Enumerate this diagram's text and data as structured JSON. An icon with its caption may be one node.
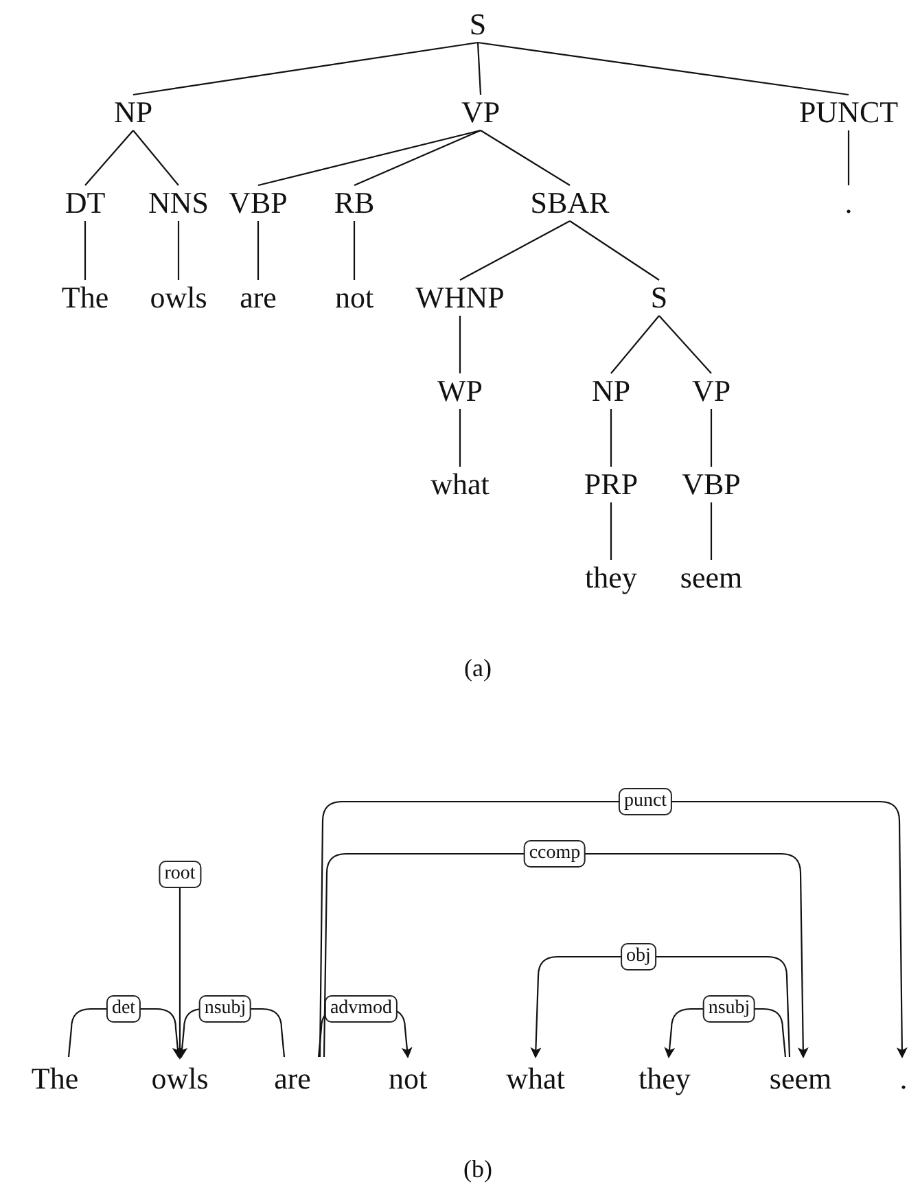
{
  "diagram": {
    "nodes": [
      {
        "text": [
          "S"
        ]
      },
      {
        "text": [
          "NP"
        ]
      },
      {
        "text": [
          "VP"
        ]
      },
      {
        "text": [
          "PUNCT"
        ]
      },
      {
        "text": [
          "DT"
        ]
      },
      {
        "text": [
          "NNS"
        ]
      },
      {
        "text": [
          "VBP"
        ]
      },
      {
        "text": [
          "RB"
        ]
      },
      {
        "text": [
          "SBAR"
        ]
      },
      {
        "text": [
          "The"
        ]
      },
      {
        "text": [
          "owls"
        ]
      },
      {
        "text": [
          "are"
        ]
      },
      {
        "text": [
          "not"
        ]
      },
      {
        "text": [
          "WHNP"
        ]
      },
      {
        "text": [
          "S"
        ]
      },
      {
        "text": [
          "."
        ]
      },
      {
        "text": [
          "WP"
        ]
      },
      {
        "text": [
          "NP"
        ]
      },
      {
        "text": [
          "VP"
        ]
      },
      {
        "text": [
          "what"
        ]
      },
      {
        "text": [
          "PRP"
        ]
      },
      {
        "text": [
          "VBP"
        ]
      },
      {
        "text": [
          "they"
        ]
      },
      {
        "text": [
          "seem"
        ]
      },
      {
        "text": [
          "The"
        ]
      },
      {
        "text": [
          "owls"
        ]
      },
      {
        "text": [
          "are"
        ]
      },
      {
        "text": [
          "not"
        ]
      },
      {
        "text": [
          "what"
        ]
      },
      {
        "text": [
          "they"
        ]
      },
      {
        "text": [
          "seem"
        ]
      },
      {
        "text": [
          "."
        ]
      }
    ],
    "edges": [
      {
        "from": 0,
        "to": 1,
        "arrow": "none"
      },
      {
        "from": 0,
        "to": 2,
        "arrow": "none"
      },
      {
        "from": 0,
        "to": 3,
        "arrow": "none"
      },
      {
        "from": 1,
        "to": 4,
        "arrow": "none"
      },
      {
        "from": 1,
        "to": 5,
        "arrow": "none"
      },
      {
        "from": 2,
        "to": 6,
        "arrow": "none"
      },
      {
        "from": 2,
        "to": 7,
        "arrow": "none"
      },
      {
        "from": 2,
        "to": 8,
        "arrow": "none"
      },
      {
        "from": 3,
        "to": 15,
        "arrow": "none"
      },
      {
        "from": 4,
        "to": 9,
        "arrow": "none"
      },
      {
        "from": 5,
        "to": 10,
        "arrow": "none"
      },
      {
        "from": 6,
        "to": 11,
        "arrow": "none"
      },
      {
        "from": 7,
        "to": 12,
        "arrow": "none"
      },
      {
        "from": 8,
        "to": 13,
        "arrow": "none"
      },
      {
        "from": 8,
        "to": 14,
        "arrow": "none"
      },
      {
        "from": 13,
        "to": 16,
        "arrow": "none"
      },
      {
        "from": 16,
        "to": 19,
        "arrow": "none"
      },
      {
        "from": 14,
        "to": 17,
        "arrow": "none"
      },
      {
        "from": 14,
        "to": 18,
        "arrow": "none"
      },
      {
        "from": 17,
        "to": 20,
        "arrow": "none"
      },
      {
        "from": 18,
        "to": 21,
        "arrow": "none"
      },
      {
        "from": 20,
        "to": 22,
        "arrow": "none"
      },
      {
        "from": 21,
        "to": 23,
        "arrow": "none"
      },
      {
        "from": 24,
        "to": 25,
        "arrow": "to",
        "label": "det"
      },
      {
        "from": 26,
        "to": 25,
        "arrow": "to",
        "label": "nsubj"
      },
      {
        "from": null,
        "to": 25,
        "arrow": "to",
        "label": "root"
      },
      {
        "from": 26,
        "to": 27,
        "arrow": "to",
        "label": "advmod"
      },
      {
        "from": 26,
        "to": 31,
        "arrow": "to",
        "label": "punct"
      },
      {
        "from": 26,
        "to": 30,
        "arrow": "to",
        "label": "ccomp"
      },
      {
        "from": 30,
        "to": 28,
        "arrow": "to",
        "label": "obj"
      },
      {
        "from": 30,
        "to": 29,
        "arrow": "to",
        "label": "nsubj"
      }
    ],
    "labels": [
      "(a)",
      "(b)"
    ]
  }
}
